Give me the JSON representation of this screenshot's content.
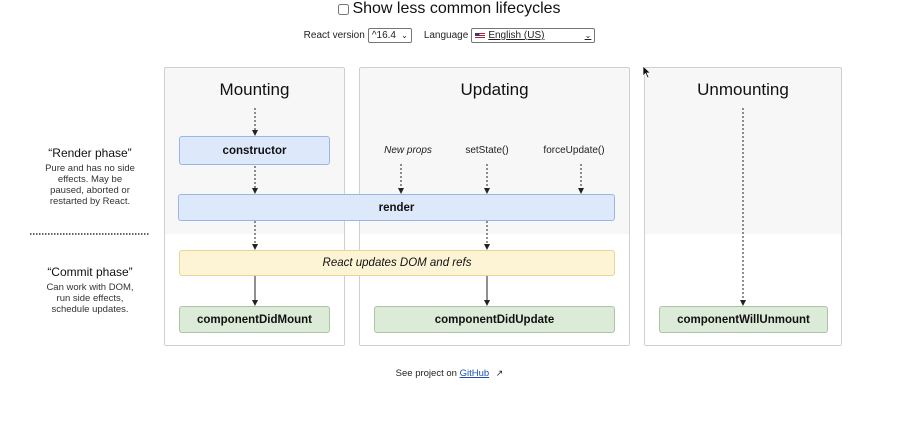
{
  "toggle": {
    "label": "Show less common lifecycles",
    "checked": false
  },
  "controls": {
    "react_version_label": "React version",
    "react_version_value": "^16.4",
    "language_label": "Language",
    "language_value": "English (US)"
  },
  "columns": {
    "mounting": "Mounting",
    "updating": "Updating",
    "unmounting": "Unmounting"
  },
  "phases": {
    "render_title": "“Render phase”",
    "render_desc": [
      "Pure and has no side",
      "effects. May be",
      "paused, aborted or",
      "restarted by React."
    ],
    "commit_title": "“Commit phase”",
    "commit_desc": [
      "Can work with DOM,",
      "run side effects,",
      "schedule updates."
    ]
  },
  "triggers": {
    "new_props": "New props",
    "set_state": "setState()",
    "force_update": "forceUpdate()"
  },
  "boxes": {
    "constructor": "constructor",
    "render": "render",
    "dom_update": "React updates DOM and refs",
    "did_mount": "componentDidMount",
    "did_update": "componentDidUpdate",
    "will_unmount": "componentWillUnmount"
  },
  "footer": {
    "prefix": "See project on",
    "link": "GitHub"
  },
  "colors": {
    "render_box": "#dde9fb",
    "commit_box": "#dcebd8",
    "dom_box": "#fdf4d6",
    "column_bg": "#f7f7f7",
    "link": "#1a4fb4"
  }
}
